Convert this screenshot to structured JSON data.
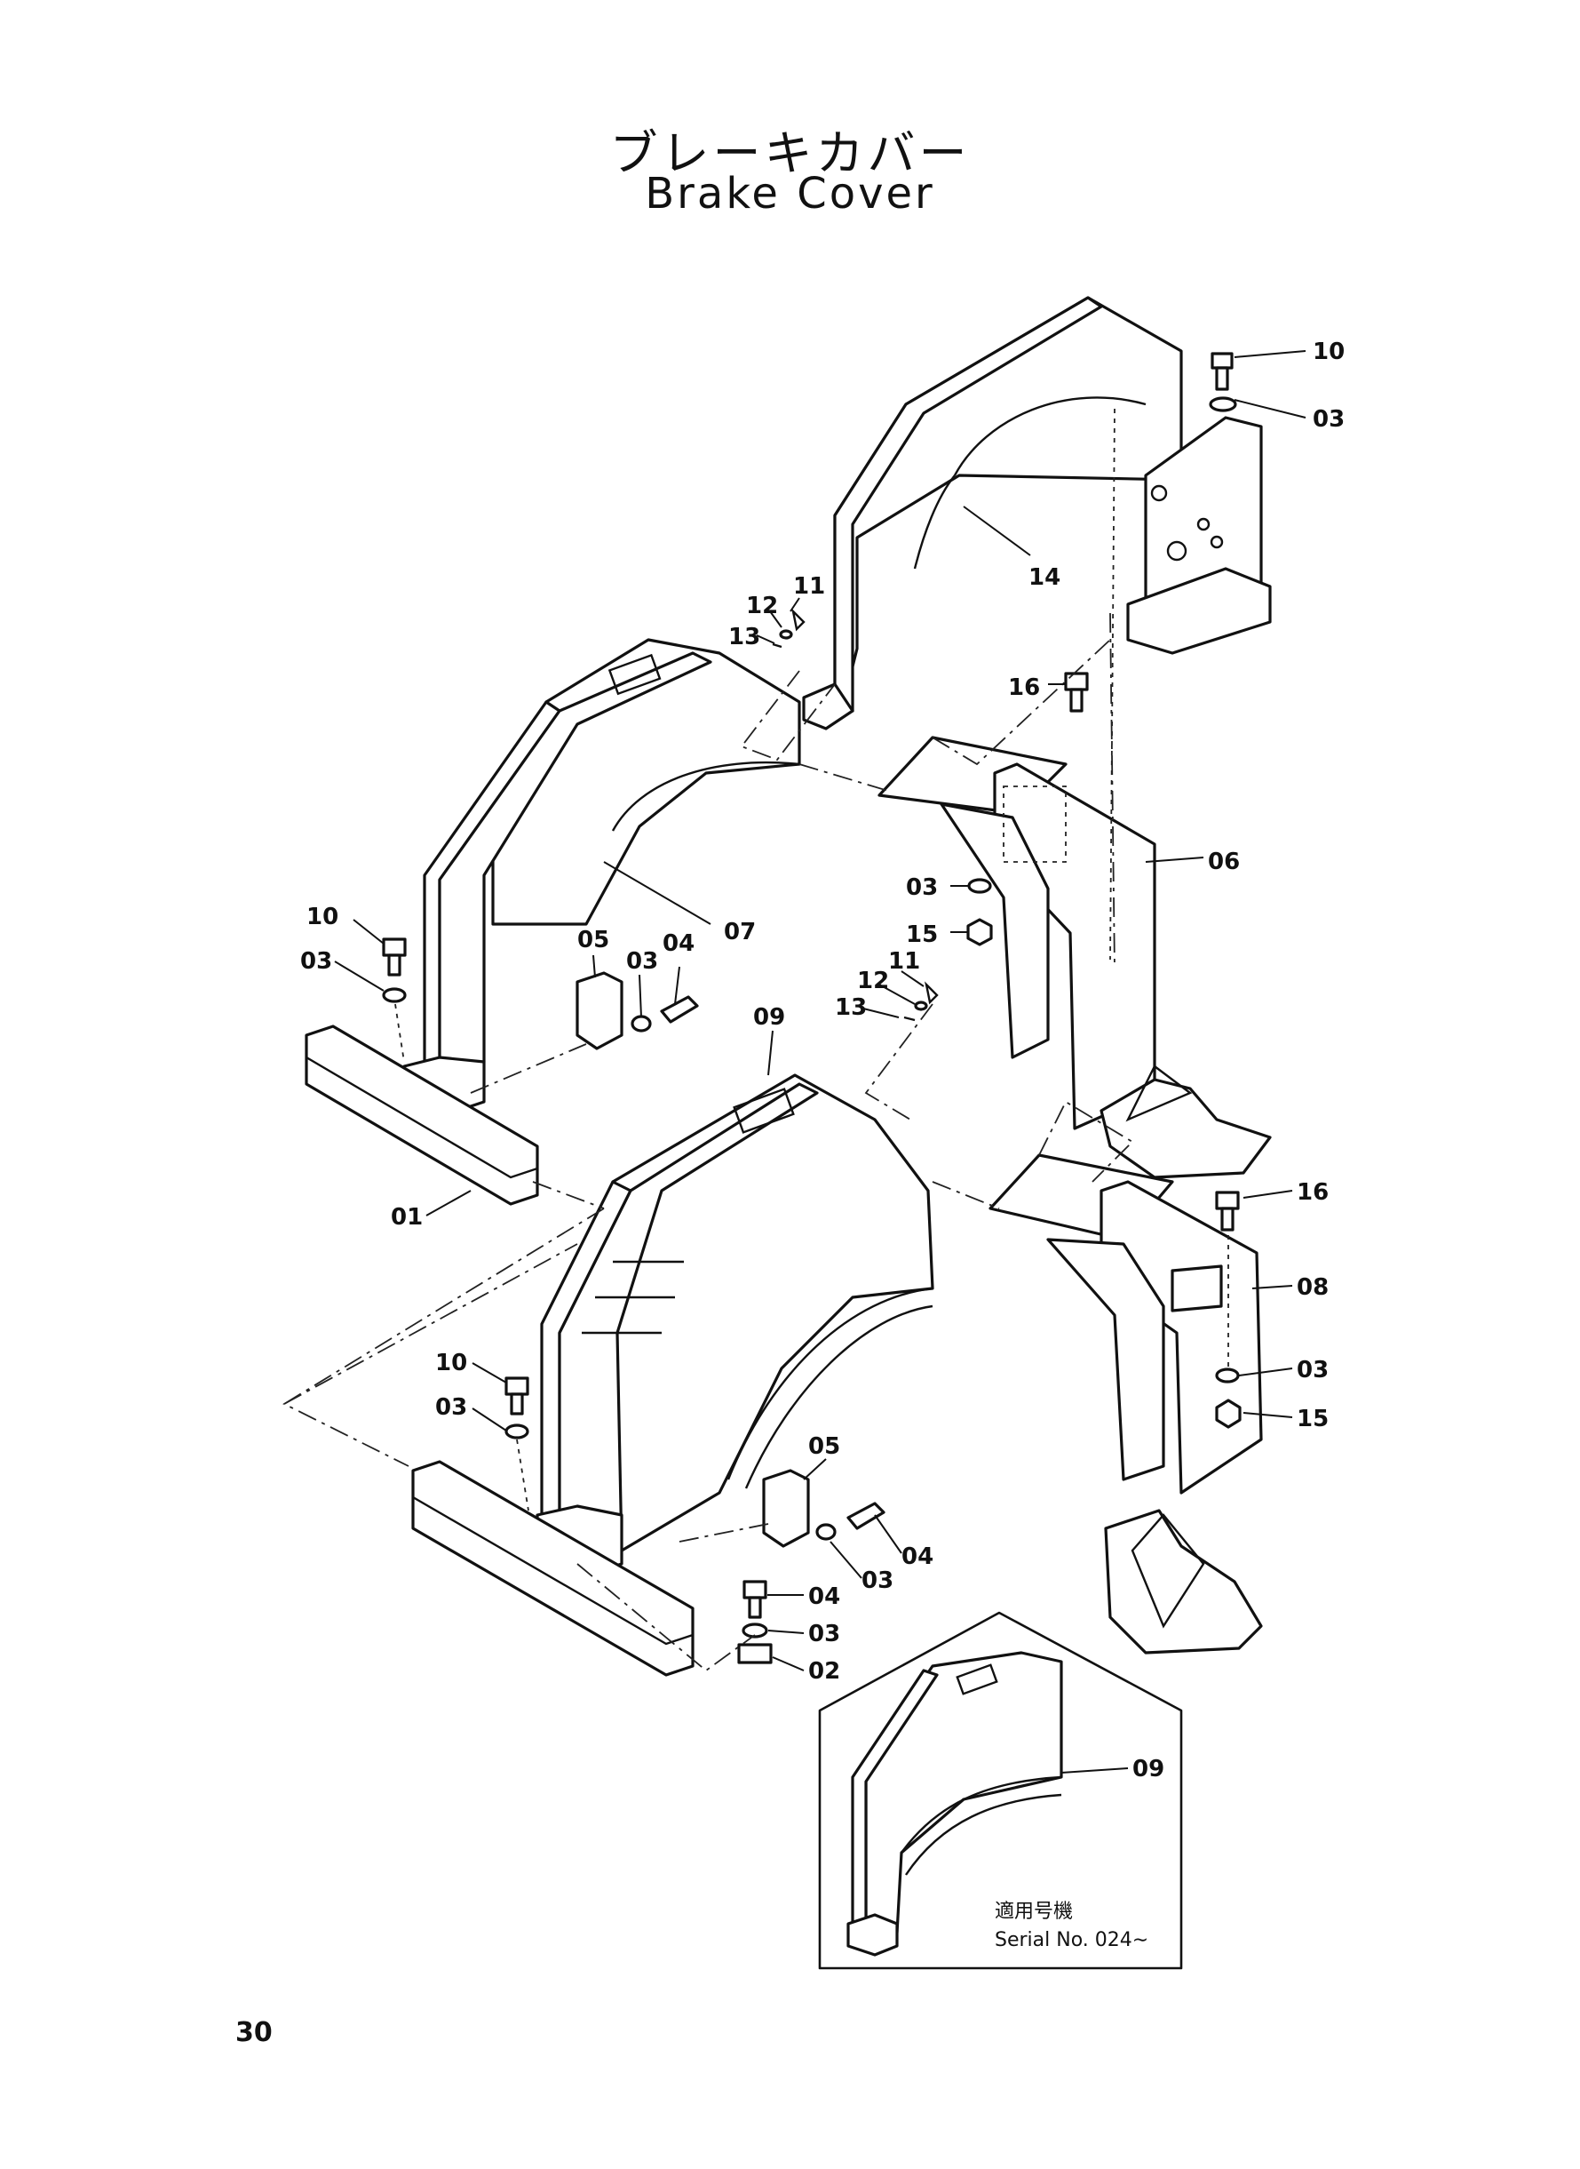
{
  "title": {
    "japanese": "ブレーキカバー",
    "english": "Brake Cover"
  },
  "page_number": "30",
  "inset": {
    "serial_label_jp": "適用号機",
    "serial_label_en": "Serial No. 024∼",
    "callout": "09"
  },
  "callouts": {
    "c10a": "10",
    "c03a": "03",
    "c14": "14",
    "c11a": "11",
    "c12a": "12",
    "c13a": "13",
    "c16a": "16",
    "c06": "06",
    "c03b": "03",
    "c15a": "15",
    "c07": "07",
    "c10b": "10",
    "c03c": "03",
    "c05a": "05",
    "c03d": "03",
    "c04a": "04",
    "c09": "09",
    "c11b": "11",
    "c12b": "12",
    "c13b": "13",
    "c01": "01",
    "c16b": "16",
    "c08": "08",
    "c03e": "03",
    "c15b": "15",
    "c10c": "10",
    "c03f": "03",
    "c05b": "05",
    "c04b": "04",
    "c03g": "03",
    "c04c": "04",
    "c03h": "03",
    "c02": "02"
  }
}
